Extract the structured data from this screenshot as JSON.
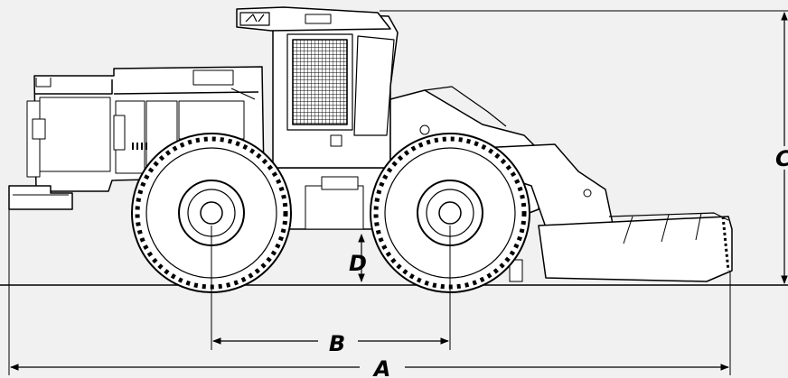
{
  "diagram": {
    "dimensions": {
      "a": "A",
      "b": "B",
      "c": "C",
      "d": "D"
    },
    "colors": {
      "background": "#f1f1f1",
      "line": "#000000"
    }
  }
}
